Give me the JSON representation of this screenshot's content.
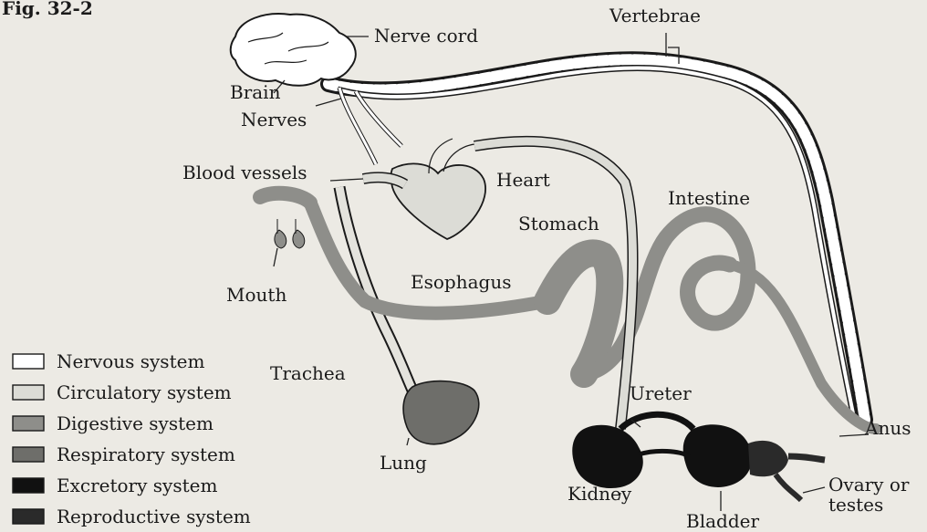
{
  "figure": {
    "fig_label": "Fig. 32-2",
    "colors": {
      "nervous": "#ffffff",
      "circulatory": "#dcdcd6",
      "digestive": "#8e8e8a",
      "respiratory": "#6e6e6a",
      "excretory": "#111111",
      "reproductive": "#2a2a2a",
      "outline": "#1a1a1a"
    },
    "labels": {
      "brain": "Brain",
      "nerve_cord": "Nerve cord",
      "vertebrae": "Vertebrae",
      "nerves": "Nerves",
      "blood_vessels": "Blood vessels",
      "heart": "Heart",
      "intestine": "Intestine",
      "stomach": "Stomach",
      "mouth": "Mouth",
      "esophagus": "Esophagus",
      "trachea": "Trachea",
      "lung": "Lung",
      "ureter": "Ureter",
      "kidney": "Kidney",
      "bladder": "Bladder",
      "anus": "Anus",
      "ovary_line1": "Ovary or",
      "ovary_line2": "testes"
    },
    "legend": [
      {
        "label": "Nervous system",
        "color": "#ffffff"
      },
      {
        "label": "Circulatory system",
        "color": "#dcdcd6"
      },
      {
        "label": "Digestive system",
        "color": "#8e8e8a"
      },
      {
        "label": "Respiratory system",
        "color": "#6e6e6a"
      },
      {
        "label": "Excretory system",
        "color": "#111111"
      },
      {
        "label": "Reproductive system",
        "color": "#2a2a2a"
      }
    ]
  }
}
